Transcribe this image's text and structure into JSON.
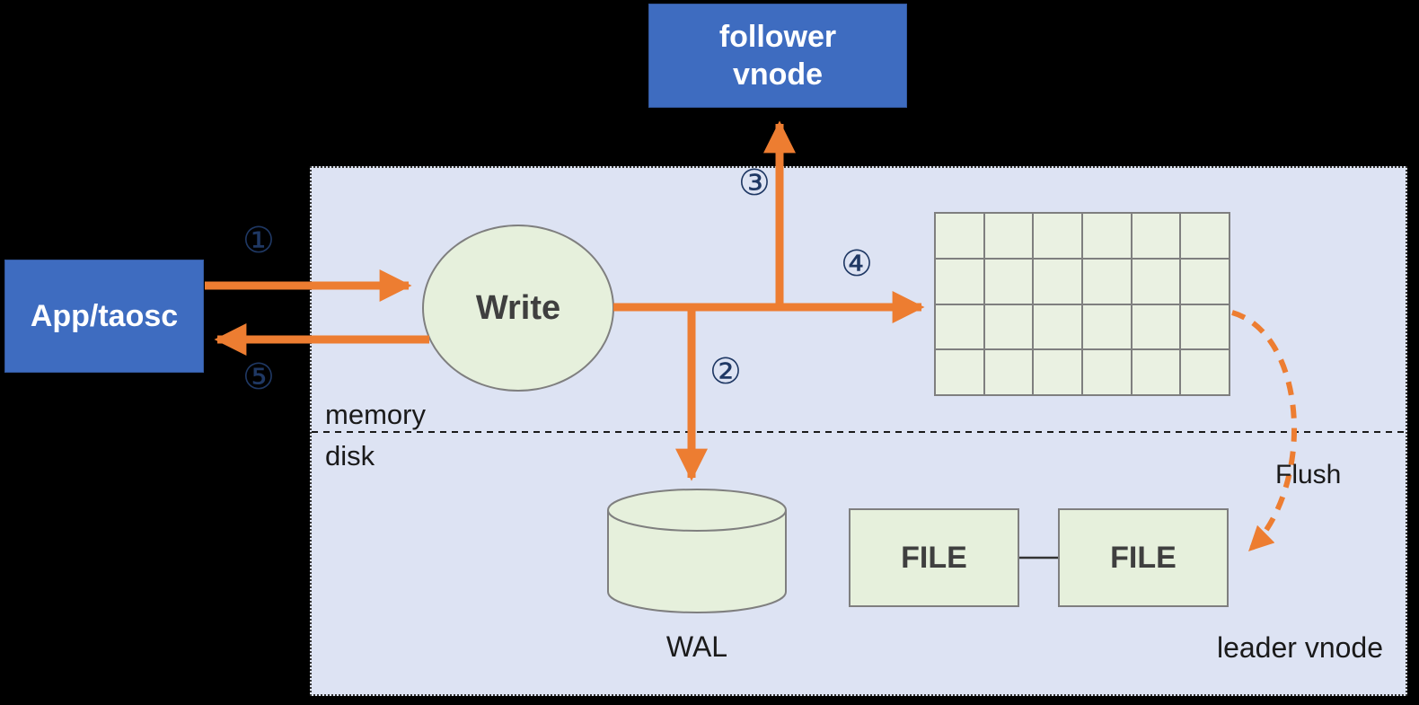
{
  "colors": {
    "background": "#000000",
    "region_fill": "#dde3f3",
    "region_border": "#333333",
    "node_blue": "#3e6cc0",
    "node_border_blue": "#34599f",
    "node_text_light": "#ffffff",
    "shape_green": "#e6f0dc",
    "grid_cell": "#eaf1e2",
    "shape_border": "#7f7f7f",
    "arrow_orange": "#ed7d31",
    "step_number": "#1f3864",
    "dark_text": "#3f3f3f",
    "plain_text": "#1a1a1a"
  },
  "nodes": {
    "app": {
      "label": "App/taosc"
    },
    "follower": {
      "label": "follower\nvnode"
    },
    "write": {
      "label": "Write"
    },
    "wal": {
      "label": "WAL"
    },
    "file_left": {
      "label": "FILE"
    },
    "file_right": {
      "label": "FILE"
    },
    "region": {
      "label": "leader vnode"
    }
  },
  "labels": {
    "memory": "memory",
    "disk": "disk",
    "flush": "Flush"
  },
  "steps": {
    "s1": "①",
    "s2": "②",
    "s3": "③",
    "s4": "④",
    "s5": "⑤"
  },
  "grid": {
    "rows": 4,
    "cols": 6
  }
}
